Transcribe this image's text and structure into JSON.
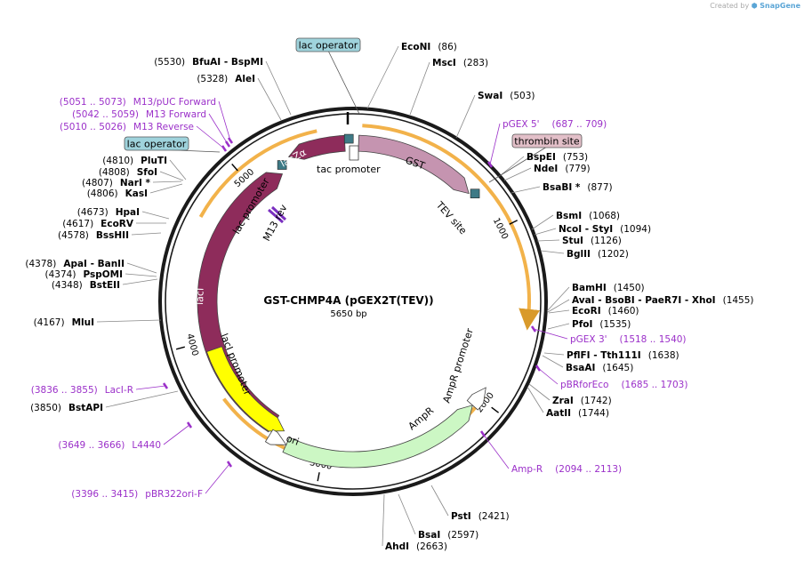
{
  "watermark": {
    "prefix": "Created by",
    "brand": "SnapGene"
  },
  "map": {
    "title": "GST-CHMP4A (pGEX2T(TEV))",
    "size_label": "5650 bp",
    "total_bp": 5650,
    "ticks": [
      "1000",
      "2000",
      "3000",
      "4000",
      "5000"
    ]
  },
  "colors": {
    "backbone": "#1a1a1a",
    "enzyme": "#000000",
    "primer": "#9b30c9",
    "lacZ": "#8e2c5b",
    "lacI": "#8e2c5b",
    "GST": "#c594b0",
    "AmpR": "#ccf7c4",
    "ori": "#ffff00",
    "promoter": "#ffffff",
    "lac_operator_fill": "#9fd3dc",
    "thrombin_fill": "#e2bfc8",
    "arc_highlight": "#f2b24a"
  },
  "enzymes": [
    {
      "name": "EcoNI",
      "pos": "(86)"
    },
    {
      "name": "MscI",
      "pos": "(283)"
    },
    {
      "name": "SwaI",
      "pos": "(503)"
    },
    {
      "name": "BspEI",
      "pos": "(753)"
    },
    {
      "name": "NdeI",
      "pos": "(779)"
    },
    {
      "name": "BsaBI *",
      "pos": "(877)"
    },
    {
      "name": "BsmI",
      "pos": "(1068)"
    },
    {
      "name": "NcoI  - StyI",
      "pos": "(1094)"
    },
    {
      "name": "StuI",
      "pos": "(1126)"
    },
    {
      "name": "BglII",
      "pos": "(1202)"
    },
    {
      "name": "BamHI",
      "pos": "(1450)"
    },
    {
      "name": "AvaI  - BsoBI  - PaeR7I  - XhoI",
      "pos": "(1455)"
    },
    {
      "name": "EcoRI",
      "pos": "(1460)"
    },
    {
      "name": "PfoI",
      "pos": "(1535)"
    },
    {
      "name": "PflFI  - Tth111I",
      "pos": "(1638)"
    },
    {
      "name": "BsaAI",
      "pos": "(1645)"
    },
    {
      "name": "ZraI",
      "pos": "(1742)"
    },
    {
      "name": "AatII",
      "pos": "(1744)"
    },
    {
      "name": "PstI",
      "pos": "(2421)"
    },
    {
      "name": "BsaI",
      "pos": "(2597)"
    },
    {
      "name": "AhdI",
      "pos": "(2663)"
    },
    {
      "name": "BstAPI",
      "pos": "(3850)"
    },
    {
      "name": "MluI",
      "pos": "(4167)"
    },
    {
      "name": "BstEII",
      "pos": "(4348)"
    },
    {
      "name": "PspOMI",
      "pos": "(4374)"
    },
    {
      "name": "ApaI  - BanII",
      "pos": "(4378)"
    },
    {
      "name": "BssHII",
      "pos": "(4578)"
    },
    {
      "name": "EcoRV",
      "pos": "(4617)"
    },
    {
      "name": "HpaI",
      "pos": "(4673)"
    },
    {
      "name": "KasI",
      "pos": "(4806)"
    },
    {
      "name": "NarI *",
      "pos": "(4807)"
    },
    {
      "name": "SfoI",
      "pos": "(4808)"
    },
    {
      "name": "PluTI",
      "pos": "(4810)"
    },
    {
      "name": "AleI",
      "pos": "(5328)"
    },
    {
      "name": "BfuAI  - BspMI",
      "pos": "(5530)"
    }
  ],
  "primers": [
    {
      "name": "pGEX 5'",
      "range": "(687 .. 709)"
    },
    {
      "name": "pGEX 3'",
      "range": "(1518 .. 1540)"
    },
    {
      "name": "pBRforEco",
      "range": "(1685 .. 1703)"
    },
    {
      "name": "Amp-R",
      "range": "(2094 .. 2113)"
    },
    {
      "name": "pBR322ori-F",
      "range": "(3396 .. 3415)"
    },
    {
      "name": "L4440",
      "range": "(3649 .. 3666)"
    },
    {
      "name": "LacI-R",
      "range": "(3836 .. 3855)"
    },
    {
      "name": "M13/pUC Forward",
      "range": "(5051 .. 5073)"
    },
    {
      "name": "M13 Forward",
      "range": "(5042 .. 5059)"
    },
    {
      "name": "M13 Reverse",
      "range": "(5010 .. 5026)"
    }
  ],
  "features": [
    {
      "name": "lacZα",
      "type": "cds"
    },
    {
      "name": "GST",
      "type": "cds"
    },
    {
      "name": "lacI",
      "type": "cds"
    },
    {
      "name": "AmpR",
      "type": "cds"
    },
    {
      "name": "ori",
      "type": "origin"
    },
    {
      "name": "tac promoter",
      "type": "promoter"
    },
    {
      "name": "lac promoter",
      "type": "promoter"
    },
    {
      "name": "lacI promoter",
      "type": "promoter"
    },
    {
      "name": "AmpR promoter",
      "type": "promoter"
    },
    {
      "name": "TEV site",
      "type": "site"
    },
    {
      "name": "M13 rev",
      "type": "primer_bind"
    }
  ],
  "boxed_labels": [
    {
      "name": "lac operator"
    },
    {
      "name": "lac operator"
    },
    {
      "name": "thrombin site"
    }
  ]
}
